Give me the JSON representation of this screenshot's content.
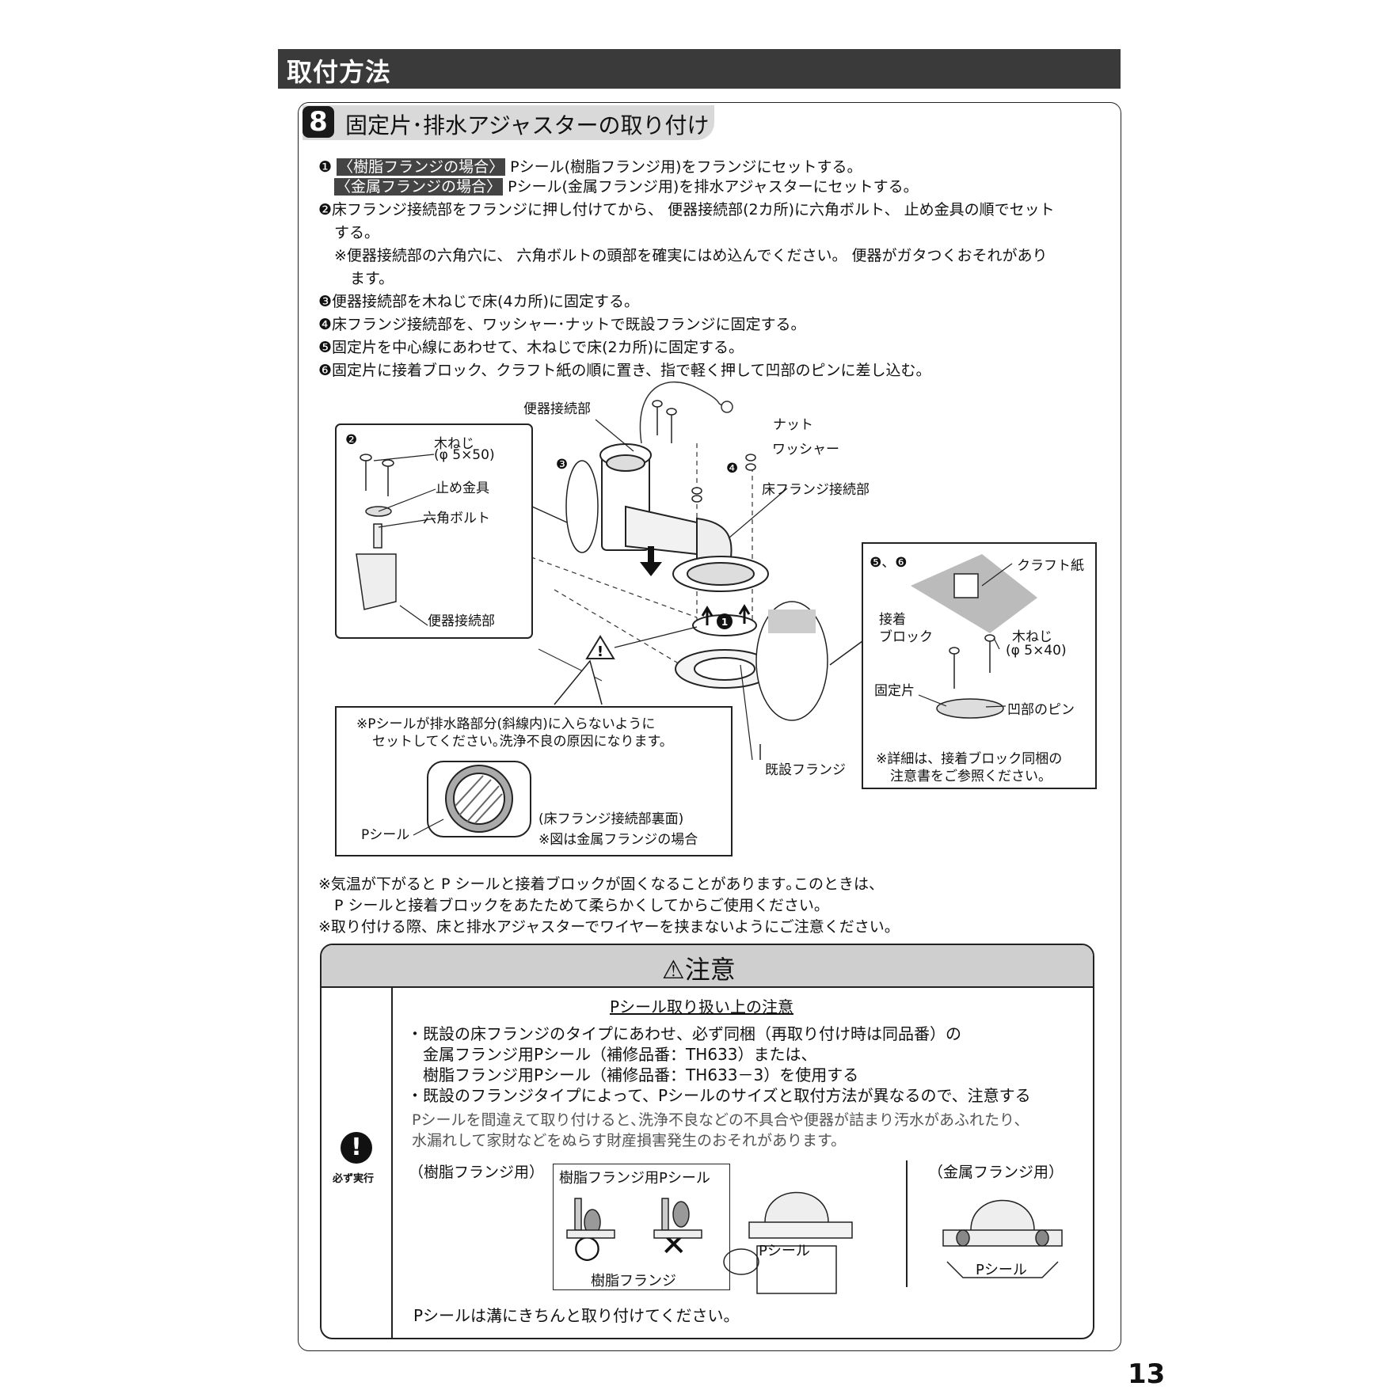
{
  "header": {
    "title": "取付方法"
  },
  "step": {
    "number": "8",
    "title": "固定片･排水アジャスターの取り付け",
    "circle_labels": [
      "❶",
      "❷",
      "❸",
      "❹",
      "❺",
      "❻"
    ],
    "line1_tag": "〈樹脂フランジの場合〉",
    "line1_text": "Pシール(樹脂フランジ用)をフランジにセットする。",
    "line1b_tag": "〈金属フランジの場合〉",
    "line1b_text": "Pシール(金属フランジ用)を排水アジャスターにセットする。",
    "line2": "床フランジ接続部をフランジに押し付けてから、 便器接続部(2カ所)に六角ボルト、 止め金具の順でセット",
    "line2b": "する。",
    "note2a": "※便器接続部の六角穴に、 六角ボルトの頭部を確実にはめ込んでください。 便器がガタつくおそれがあり",
    "note2b": "ます。",
    "line3": "便器接続部を木ねじで床(4カ所)に固定する。",
    "line4": "床フランジ接続部を、ワッシャー･ナットで既設フランジに固定する。",
    "line5": "固定片を中心線にあわせて、木ねじで床(2カ所)に固定する。",
    "line6": "固定片に接着ブロック、クラフト紙の順に置き、指で軽く押して凹部のピンに差し込む。"
  },
  "diagram": {
    "label_toki": "便器接続部",
    "label_nut": "ナット",
    "label_washer": "ワッシャー",
    "label_floor_flange": "床フランジ接続部",
    "label_kisetsu": "既設フランジ",
    "inset2": {
      "num": "❷",
      "screw": "木ねじ",
      "screw_size": "(φ 5×50)",
      "stopper": "止め金具",
      "bolt": "六角ボルト",
      "toki": "便器接続部"
    },
    "inset56": {
      "num": "❺、❻",
      "kraft": "クラフト紙",
      "block1": "接着",
      "block2": "ブロック",
      "screw": "木ねじ",
      "screw_size": "(φ 5×40)",
      "kotei": "固定片",
      "pin": "凹部のピン",
      "note1": "※詳細は、接着ブロック同梱の",
      "note2": "注意書をご参照ください。"
    },
    "warn_box": {
      "line1": "※Pシールが排水路部分(斜線内)に入らないように",
      "line2": "セットしてください｡洗浄不良の原因になります。",
      "pseal": "Pシール",
      "side1": "(床フランジ接続部裏面)",
      "side2": "※図は金属フランジの場合"
    }
  },
  "notes": {
    "n1": "※気温が下がると P シールと接着ブロックが固くなることがあります｡このときは、",
    "n2": "P シールと接着ブロックをあたためて柔らかくしてからご使用ください。",
    "n3": "※取り付ける際、床と排水アジャスターでワイヤーを挟まないようにご注意ください。"
  },
  "caution": {
    "title": "⚠注意",
    "subtitle": "Pシール取り扱い上の注意",
    "b1": "・既設の床フランジのタイプにあわせ、必ず同梱（再取り付け時は同品番）の",
    "b1b": "金属フランジ用Pシール（補修品番：TH633）または、",
    "b1c": "樹脂フランジ用Pシール（補修品番：TH633－3）を使用する",
    "b2": "・既設のフランジタイプによって、Pシールのサイズと取付方法が異なるので、注意する",
    "g1": "Pシールを間違えて取り付けると､洗浄不良などの不具合や便器が詰まり汚水があふれたり､",
    "g2": "水漏れして家財などをぬらす財産損害発生のおそれがあります。",
    "must": "必ず実行",
    "resin_label": "（樹脂フランジ用）",
    "resin_seal": "樹脂フランジ用Pシール",
    "resin_flange": "樹脂フランジ",
    "ok": "○",
    "ng": "✕",
    "pseal": "Pシール",
    "metal_label": "（金属フランジ用）",
    "footer": "Pシールは溝にきちんと取り付けてください。"
  },
  "page_number": "13"
}
